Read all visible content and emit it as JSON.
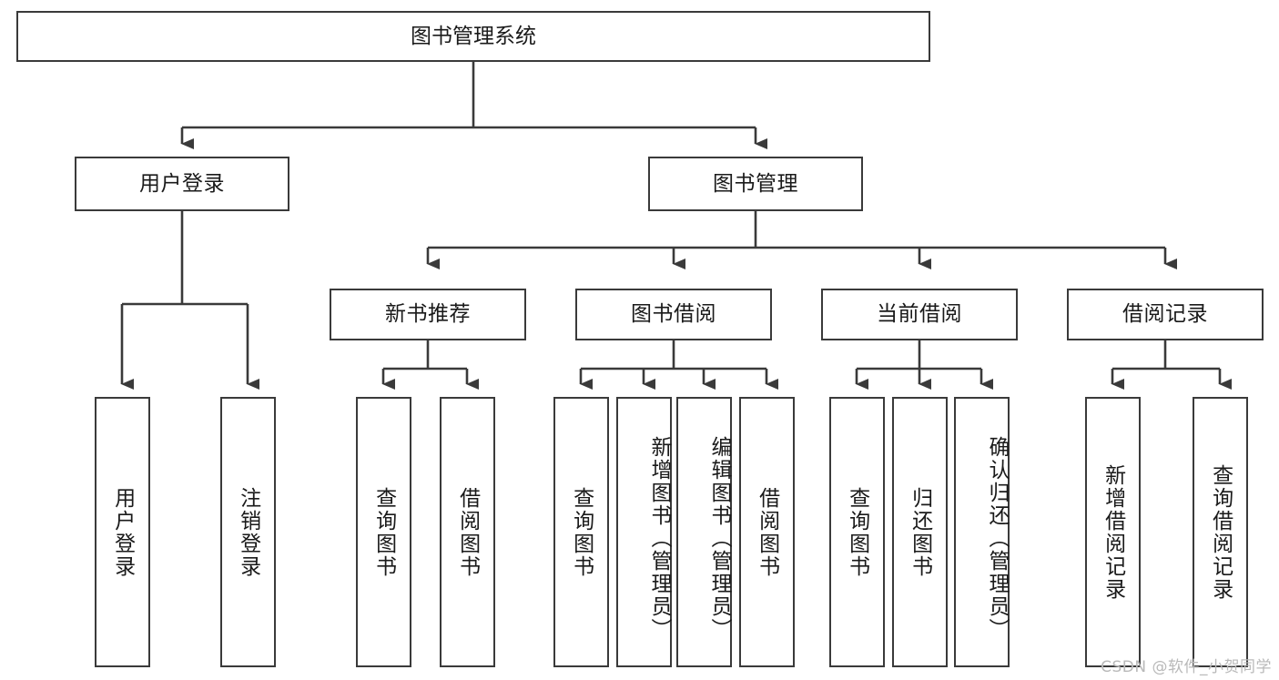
{
  "diagram": {
    "title": "图书管理系统",
    "watermark": "CSDN @软件_小贺同学",
    "colors": {
      "stroke": "#3a3a3a",
      "fill": "#ffffff",
      "text": "#1a1a1a",
      "watermark": "#b9b9b9"
    },
    "levels": {
      "root": {
        "label": "图书管理系统"
      },
      "level2": [
        {
          "label": "用户登录"
        },
        {
          "label": "图书管理"
        }
      ],
      "level3": [
        {
          "label": "新书推荐"
        },
        {
          "label": "图书借阅"
        },
        {
          "label": "当前借阅"
        },
        {
          "label": "借阅记录"
        }
      ],
      "leaves": {
        "user_login": [
          {
            "label": "用户登录"
          },
          {
            "label": "注销登录"
          }
        ],
        "new_book_recommend": [
          {
            "label": "查询图书"
          },
          {
            "label": "借阅图书"
          }
        ],
        "book_borrow": [
          {
            "label": "查询图书"
          },
          {
            "label": "新增图书（管理员）"
          },
          {
            "label": "编辑图书（管理员）"
          },
          {
            "label": "借阅图书"
          }
        ],
        "current_borrow": [
          {
            "label": "查询图书"
          },
          {
            "label": "归还图书"
          },
          {
            "label": "确认归还（管理员）"
          }
        ],
        "borrow_record": [
          {
            "label": "新增借阅记录"
          },
          {
            "label": "查询借阅记录"
          }
        ]
      }
    }
  }
}
